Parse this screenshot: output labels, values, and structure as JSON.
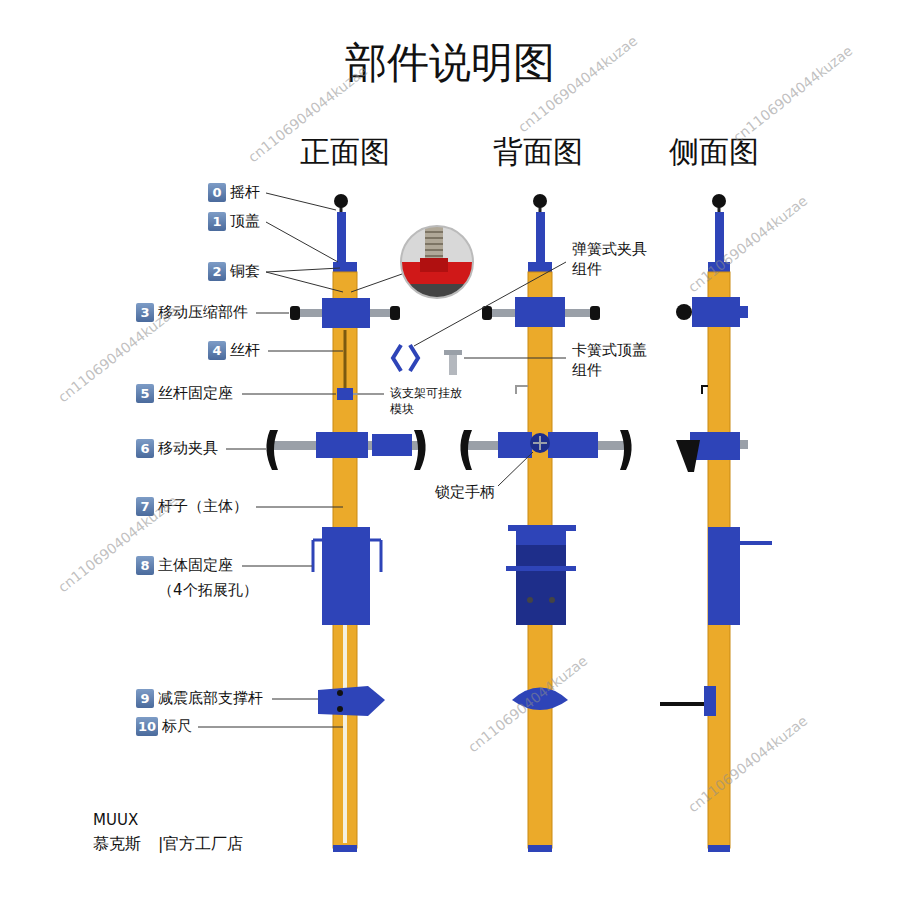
{
  "diagram": {
    "title": "部件说明图",
    "nodes": [
      {
        "text": [
          "0",
          "摇杆"
        ]
      },
      {
        "text": [
          "1",
          "顶盖"
        ]
      },
      {
        "text": [
          "2",
          "铜套"
        ]
      },
      {
        "text": [
          "3",
          "移动压缩部件"
        ]
      },
      {
        "text": [
          "4",
          "丝杆"
        ]
      },
      {
        "text": [
          "5",
          "丝杆固定座"
        ]
      },
      {
        "text": [
          "6",
          "移动夹具"
        ]
      },
      {
        "text": [
          "7",
          "杆子（主体）"
        ]
      },
      {
        "text": [
          "8",
          "主体固定座",
          "（4个拓展孔）"
        ]
      },
      {
        "text": [
          "9",
          "减震底部支撑杆"
        ]
      },
      {
        "text": [
          "10",
          "标尺"
        ]
      }
    ],
    "labels": [
      "正面图",
      "背面图",
      "侧面图",
      "弹簧式夹具组件",
      "卡簧式顶盖组件",
      "该支架可挂放模块",
      "锁定手柄",
      "MUUX",
      "慕克斯",
      "|官方工厂店",
      "cn1106904044kuzae",
      "cn1106904044kuzae",
      "cn1106904044kuzae",
      "cn1106904044kuzae",
      "cn1106904044kuzae",
      "cn1106904044kuzae",
      "cn1106904044kuzae",
      "cn1106904044kuzae"
    ]
  }
}
